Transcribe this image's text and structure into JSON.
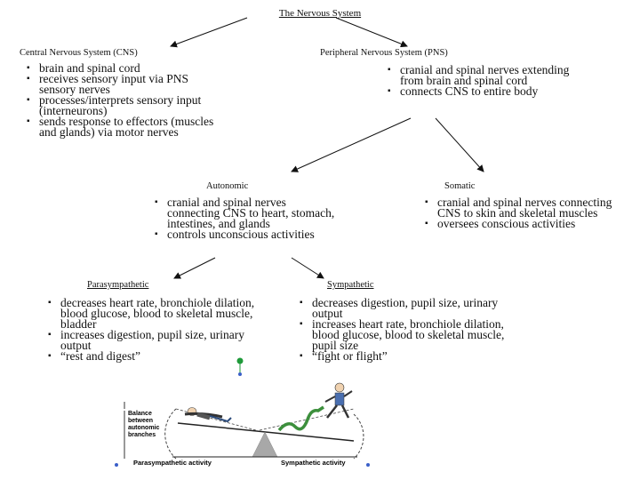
{
  "title": "The Nervous System",
  "cns": {
    "heading": "Central Nervous System (CNS)",
    "bullets": [
      "brain and spinal cord",
      "receives sensory input via PNS sensory nerves",
      "processes/interprets sensory input (interneurons)",
      "sends response to effectors (muscles and glands) via motor nerves"
    ]
  },
  "pns": {
    "heading": "Peripheral Nervous System (PNS)",
    "bullets": [
      "cranial and spinal nerves extending from brain and spinal cord",
      "connects CNS to entire body"
    ]
  },
  "autonomic": {
    "heading": "Autonomic",
    "bullets": [
      "cranial and spinal nerves connecting CNS to heart, stomach, intestines, and glands",
      "controls unconscious activities"
    ]
  },
  "somatic": {
    "heading": "Somatic",
    "bullets": [
      "cranial and spinal nerves connecting CNS to skin and skeletal muscles",
      "oversees conscious activities"
    ]
  },
  "parasympathetic": {
    "heading": "Parasympathetic",
    "bullets": [
      "decreases heart rate, bronchiole dilation, blood glucose, blood to skeletal muscle, bladder",
      "increases digestion, pupil size, urinary output",
      "“rest and digest”"
    ]
  },
  "sympathetic": {
    "heading": "Sympathetic",
    "bullets": [
      "decreases digestion, pupil size, urinary output",
      "increases heart rate, bronchiole dilation, blood glucose, blood to skeletal muscle, pupil size",
      "“fight or flight”"
    ]
  },
  "illustration": {
    "balance_label": [
      "Balance",
      "between",
      "autonomic",
      "branches"
    ],
    "left_label": "Parasympathetic activity",
    "right_label": "Sympathetic activity"
  },
  "colors": {
    "selection_handle": "#1f9a3a",
    "handle_blue": "#3a5fc8",
    "snake": "#3c8f3c",
    "fulcrum": "#a8a8a8"
  }
}
